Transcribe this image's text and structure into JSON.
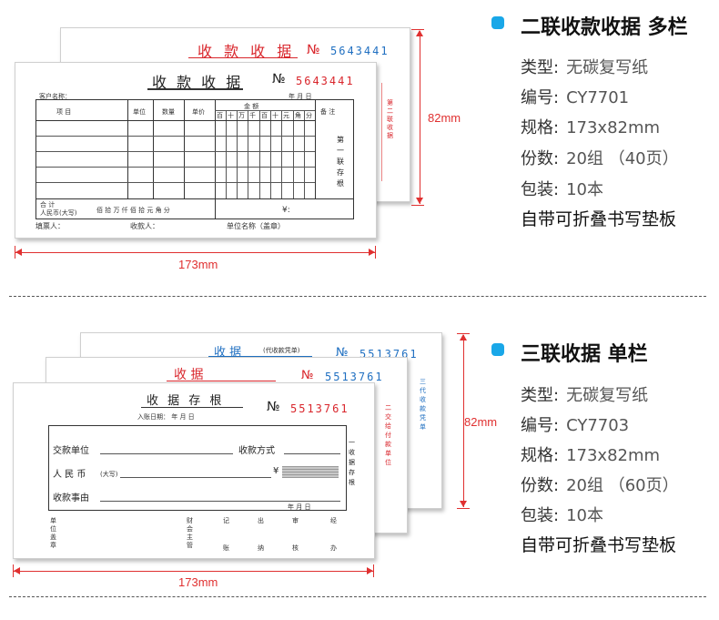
{
  "product1": {
    "title": "二联收款收据 多栏",
    "specs": [
      {
        "label": "类型:",
        "value": "无碳复写纸"
      },
      {
        "label": "编号:",
        "value": "CY7701"
      },
      {
        "label": "规格:",
        "value": "173x82mm"
      },
      {
        "label": "份数:",
        "value": "20组 （40页）"
      },
      {
        "label": "包装:",
        "value": "10本"
      }
    ],
    "note": "自带可折叠书写垫板",
    "dim_width": "173mm",
    "dim_height": "82mm",
    "back_sheet": {
      "title": "收 款 收 据",
      "no_mark": "№",
      "number": "5643441",
      "side_text": "第二联 收据"
    },
    "front_sheet": {
      "title": "收 款 收 据",
      "no_mark": "№",
      "number": "5643441",
      "customer_label": "客户名称：",
      "date_label": "年      月      日",
      "col_item": "项          目",
      "col_unit": "单位",
      "col_qty": "数量",
      "col_price": "单价",
      "col_amount": "金          额",
      "amount_digits": [
        "百",
        "十",
        "万",
        "千",
        "百",
        "十",
        "元",
        "角",
        "分"
      ],
      "col_note": "备    注",
      "side_text": "第一联 存根",
      "total_label": "合  计",
      "rmb_label": "人民币(大写)",
      "rmb_units": "佰    拾    万    仟    佰    拾    元    角    分",
      "yen_mark": "¥:",
      "filler_label": "填票人：",
      "payee_label": "收款人：",
      "unit_label": "单位名称（盖章）"
    }
  },
  "product2": {
    "title": "三联收据 单栏",
    "specs": [
      {
        "label": "类型:",
        "value": "无碳复写纸"
      },
      {
        "label": "编号:",
        "value": "CY7703"
      },
      {
        "label": "规格:",
        "value": "173x82mm"
      },
      {
        "label": "份数:",
        "value": "20组 （60页）"
      },
      {
        "label": "包装:",
        "value": "10本"
      }
    ],
    "note": "自带可折叠书写垫板",
    "dim_width": "173mm",
    "dim_height": "82mm",
    "back_sheet": {
      "title": "收      据",
      "subtitle": "(代收款凭单)",
      "no_mark": "№",
      "number": "5513761",
      "side_text": "三代收款凭单"
    },
    "middle_sheet": {
      "title": "收      据",
      "no_mark": "№",
      "number": "5513761",
      "side_text": "二交给付款单位"
    },
    "front_sheet": {
      "title": "收 据 存 根",
      "no_mark": "№",
      "number": "5513761",
      "entry_date": "入账日期：       年       月       日",
      "payer_label": "交款单位",
      "method_label": "收款方式",
      "rmb_label": "人 民 币",
      "rmb_note": "(大写)",
      "yen_mark": "¥",
      "reason_label": "收款事由",
      "date_label": "年      月      日",
      "side_text": "一收据存根",
      "foot_left": [
        "单",
        "位",
        "盖",
        "章"
      ],
      "foot_mid": [
        "财",
        "会",
        "主",
        "管"
      ],
      "foot_cols": [
        "记",
        "出",
        "审",
        "经"
      ],
      "foot_cols2": [
        "账",
        "纳",
        "核",
        "办"
      ]
    }
  },
  "colors": {
    "accent": "#19a7e8",
    "red": "#d9262c",
    "blue": "#1f6fc1",
    "dim": "#e03030"
  }
}
